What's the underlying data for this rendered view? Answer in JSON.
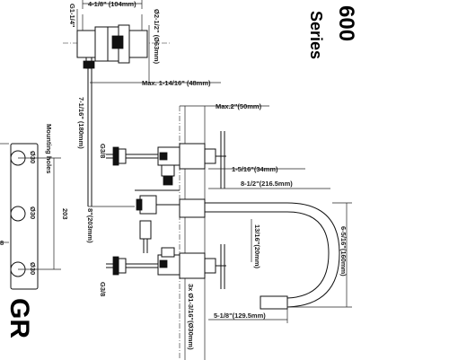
{
  "title": {
    "model": "600",
    "series": "Series",
    "brand_fragment": "GR"
  },
  "dimensions": {
    "top_width": "4-1/8\" (104mm)",
    "thread": "G1-1/4\"",
    "flange_dia": "Ø2-1/2\" (Ø63mm)",
    "max_depth": "Max. 1-14/16\" (48mm)",
    "max_height": "Max.2\"(50mm)",
    "shank_length": "7-1/16\" (180mm)",
    "handle_offset": "1-5/16\"(34mm)",
    "spread": "8-1/2\"(216.5mm)",
    "spout_height": "6-5/16\"(160mm)",
    "spout_rise": "13/16\"(20mm)",
    "center_distance": "8\"(203mm)",
    "connection_top": "G3/8",
    "connection_bottom": "G3/8",
    "handle_length": "3x Ø1-3/16\"(Ø30mm)",
    "spout_reach": "5-1/8\"(129.5mm)",
    "mounting_label": "Mounting holes",
    "hole_spacing": "203",
    "hole_1": "Ø30",
    "hole_2": "Ø30",
    "hole_3": "Ø30",
    "edge_value": "8"
  }
}
